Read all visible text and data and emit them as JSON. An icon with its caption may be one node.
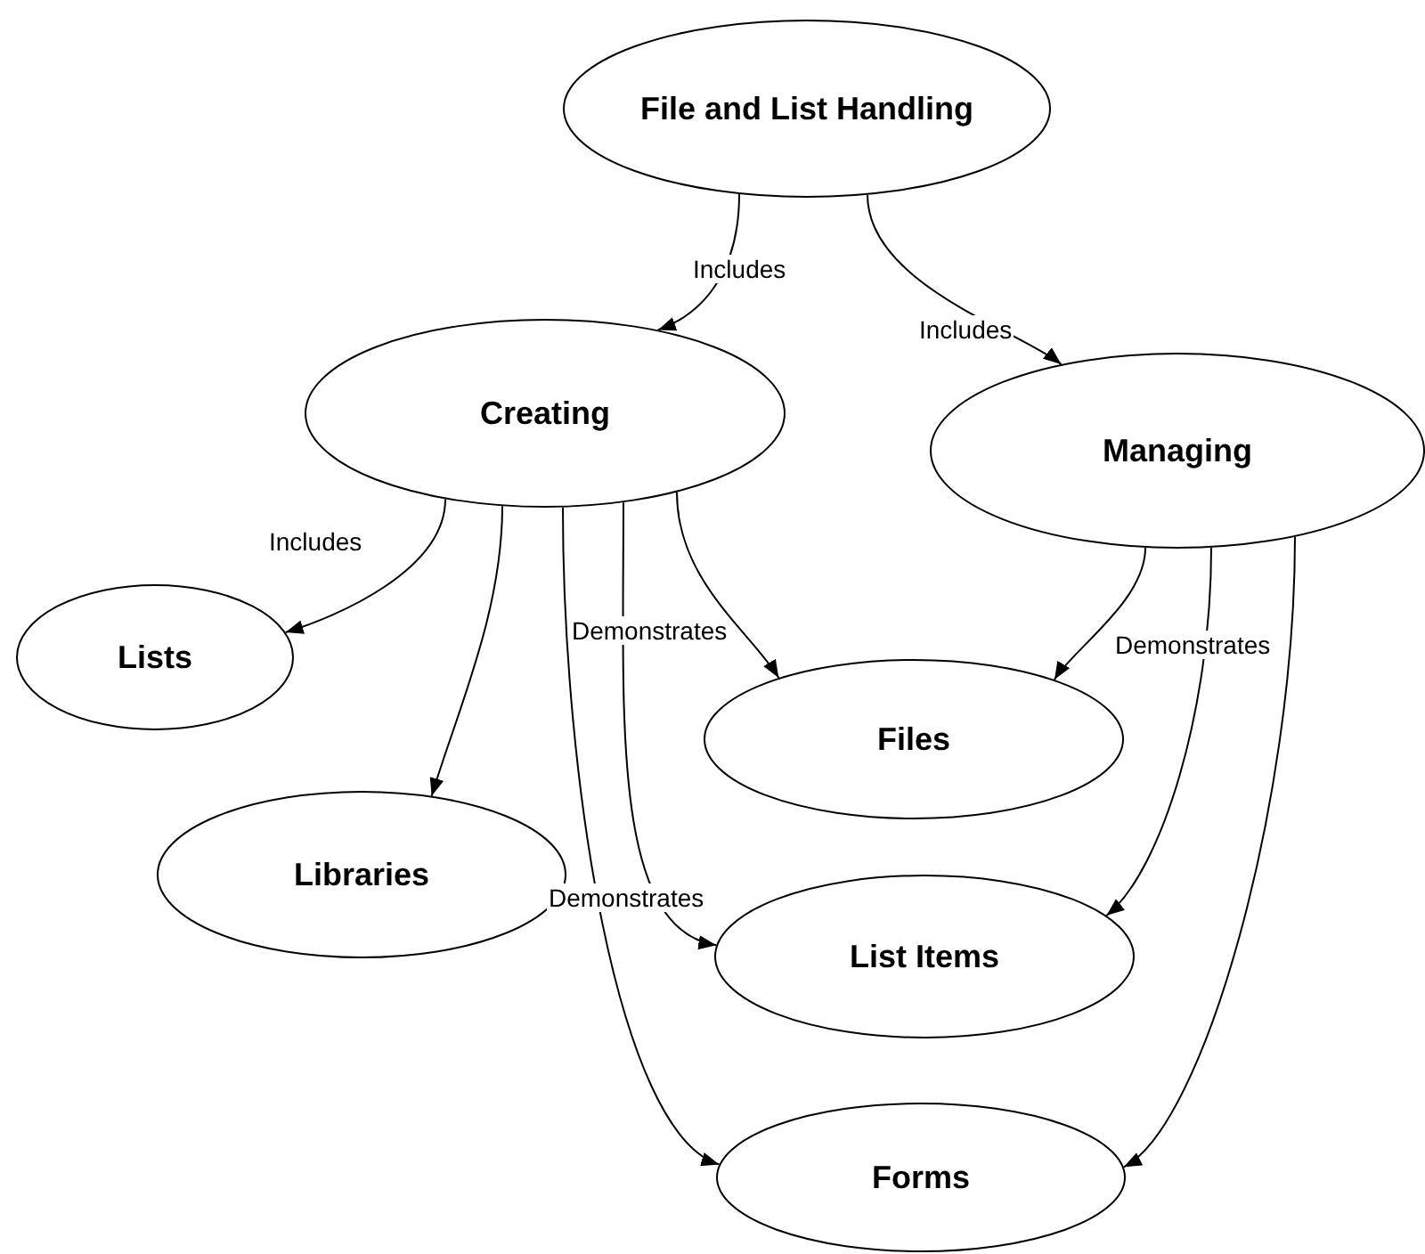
{
  "diagram": {
    "nodes": [
      {
        "text": [
          "File and List Handling"
        ]
      },
      {
        "text": [
          "Creating"
        ]
      },
      {
        "text": [
          "Managing"
        ]
      },
      {
        "text": [
          "Lists"
        ]
      },
      {
        "text": [
          "Files"
        ]
      },
      {
        "text": [
          "Libraries"
        ]
      },
      {
        "text": [
          "List Items"
        ]
      },
      {
        "text": [
          "Forms"
        ]
      }
    ],
    "edges": [
      {
        "from": 0,
        "to": 1,
        "arrow": "to",
        "label": "Includes"
      },
      {
        "from": 0,
        "to": 2,
        "arrow": "to",
        "label": "Includes"
      },
      {
        "from": 1,
        "to": 3,
        "arrow": "to",
        "label": "Includes"
      },
      {
        "from": 1,
        "to": 5,
        "arrow": "to"
      },
      {
        "from": 1,
        "to": 4,
        "arrow": "to",
        "label": "Demonstrates"
      },
      {
        "from": 1,
        "to": 6,
        "arrow": "to",
        "label": "Demonstrates"
      },
      {
        "from": 1,
        "to": 7,
        "arrow": "to"
      },
      {
        "from": 2,
        "to": 4,
        "arrow": "to",
        "label": "Demonstrates"
      },
      {
        "from": 2,
        "to": 6,
        "arrow": "to"
      },
      {
        "from": 2,
        "to": 7,
        "arrow": "to"
      }
    ]
  }
}
